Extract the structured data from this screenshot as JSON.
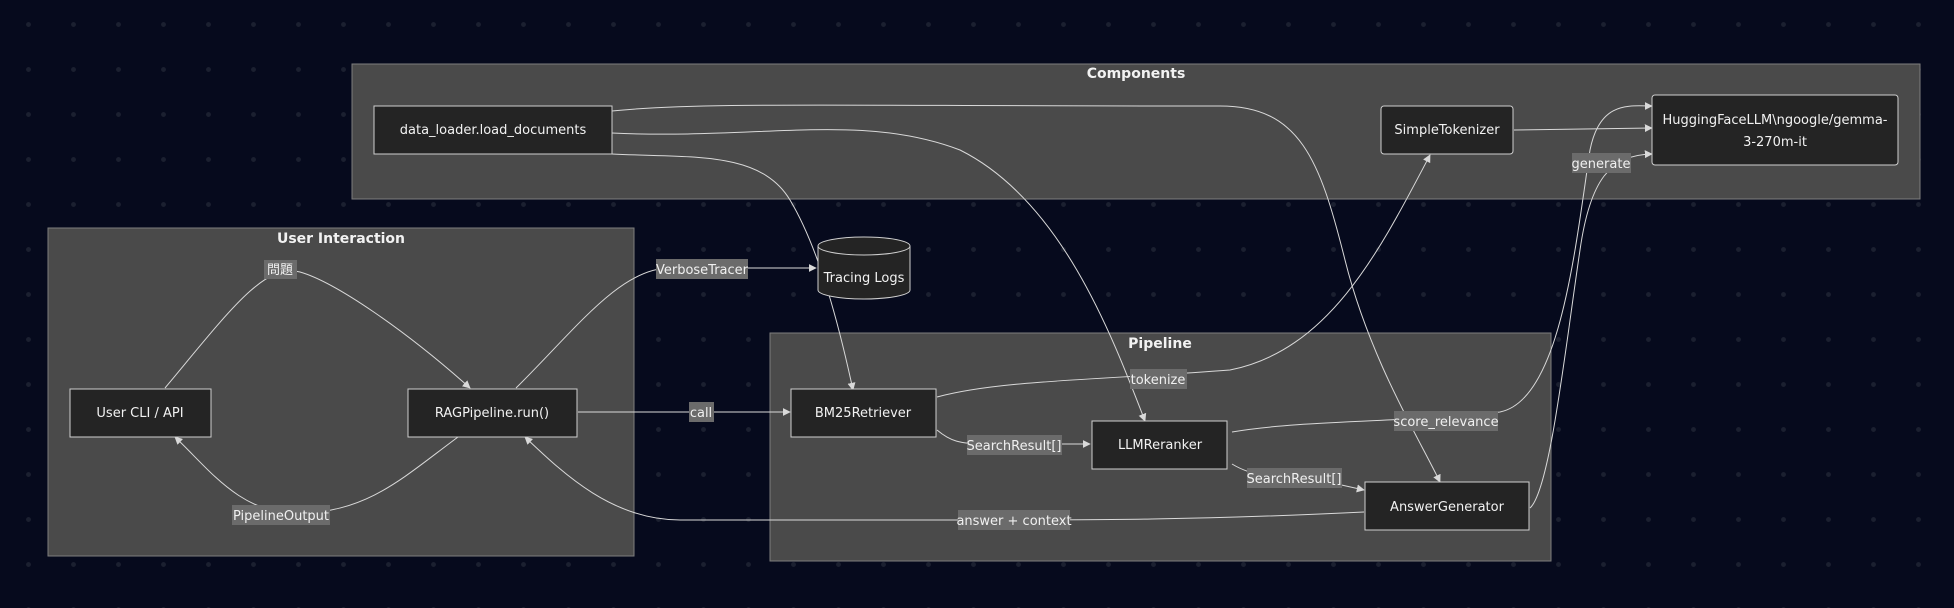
{
  "clusters": {
    "components": "Components",
    "user_interaction": "User Interaction",
    "pipeline": "Pipeline"
  },
  "nodes": {
    "data_loader": "data_loader.load_documents",
    "simple_tokenizer": "SimpleTokenizer",
    "huggingface_llm_line1": "HuggingFaceLLM\\ngoogle/gemma-",
    "huggingface_llm_line2": "3-270m-it",
    "tracing_logs": "Tracing Logs",
    "user_cli": "User CLI / API",
    "rag_pipeline": "RAGPipeline.run()",
    "bm25_retriever": "BM25Retriever",
    "llm_reranker": "LLMReranker",
    "answer_generator": "AnswerGenerator"
  },
  "edges": {
    "question": "問題",
    "verbose_tracer": "VerboseTracer",
    "call": "call",
    "pipeline_output": "PipelineOutput",
    "search_result_1": "SearchResult[]",
    "search_result_2": "SearchResult[]",
    "answer_context": "answer + context",
    "tokenize": "tokenize",
    "score_relevance": "score_relevance",
    "generate": "generate"
  },
  "colors": {
    "background": "#060a1d",
    "cluster_fill": "#4a4a4a",
    "node_fill": "#242424",
    "edge_stroke": "#d9d9d9",
    "label_bg": "#6b6b6b"
  }
}
